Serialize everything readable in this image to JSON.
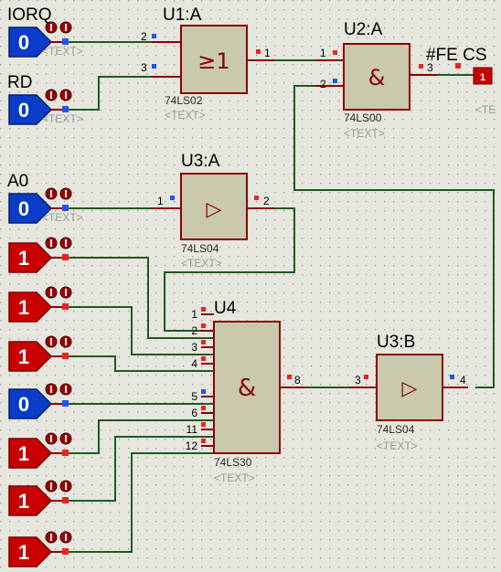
{
  "colors": {
    "background": "#e6e6de",
    "grid_dot": "#9a9a92",
    "wire": "#1f5a1f",
    "component_body": "#c9c9ae",
    "component_outline": "#8b0000",
    "logic_high": "#c80000",
    "logic_low": "#0a3cc8",
    "pin_high": "#ee2222",
    "pin_low": "#2255ee"
  },
  "inputs": [
    {
      "label": "IORQ",
      "value": "0",
      "text": "<TEXT>"
    },
    {
      "label": "RD",
      "value": "0",
      "text": "<TEXT>"
    },
    {
      "label": "A0",
      "value": "0",
      "text": "<TEXT>"
    },
    {
      "label": "",
      "value": "1",
      "text": ""
    },
    {
      "label": "",
      "value": "1",
      "text": ""
    },
    {
      "label": "",
      "value": "1",
      "text": ""
    },
    {
      "label": "",
      "value": "0",
      "text": ""
    },
    {
      "label": "",
      "value": "1",
      "text": ""
    },
    {
      "label": "",
      "value": "1",
      "text": ""
    },
    {
      "label": "",
      "value": "1",
      "text": ""
    }
  ],
  "components": {
    "u1a": {
      "ref": "U1:A",
      "part": "74LS02",
      "text": "<TEXT>",
      "symbol": "≥1",
      "pins": [
        "2",
        "3",
        "1"
      ]
    },
    "u2a": {
      "ref": "U2:A",
      "part": "74LS00",
      "text": "<TEXT>",
      "symbol": "&",
      "pins": [
        "1",
        "2",
        "3"
      ]
    },
    "u3a": {
      "ref": "U3:A",
      "part": "74LS04",
      "text": "<TEXT>",
      "symbol": "▷",
      "pins": [
        "1",
        "2"
      ]
    },
    "u3b": {
      "ref": "U3:B",
      "part": "74LS04",
      "text": "<TEXT>",
      "symbol": "▷",
      "pins": [
        "3",
        "4"
      ]
    },
    "u4": {
      "ref": "U4",
      "part": "74LS30",
      "text": "<TEXT>",
      "symbol": "&",
      "pins": [
        "1",
        "2",
        "3",
        "4",
        "5",
        "6",
        "11",
        "12",
        "8"
      ]
    }
  },
  "output": {
    "label": "#FE CS",
    "value": "1",
    "text": "<TE"
  }
}
